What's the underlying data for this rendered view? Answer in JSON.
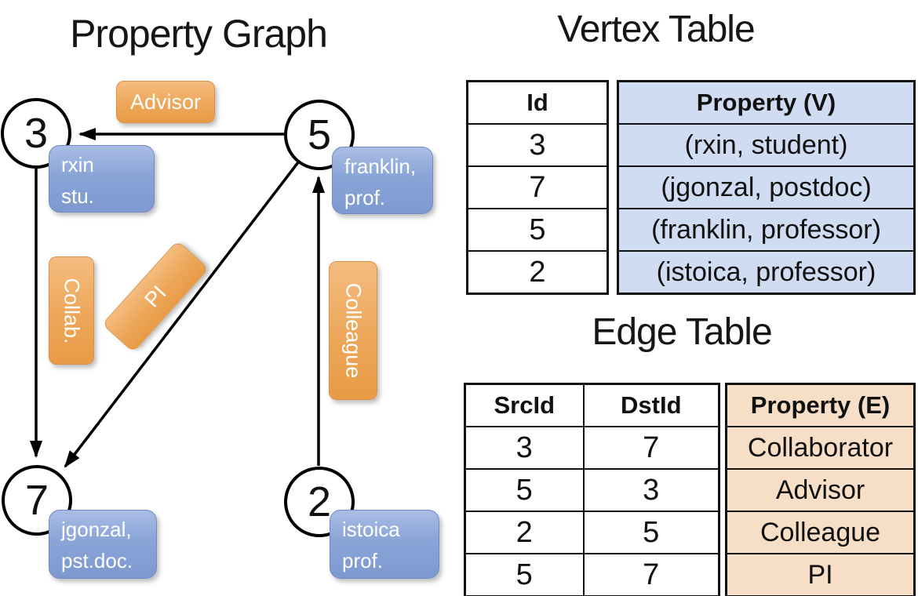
{
  "titles": {
    "graph": "Property Graph",
    "vertex_table": "Vertex Table",
    "edge_table": "Edge Table"
  },
  "graph": {
    "nodes": [
      {
        "id": "3"
      },
      {
        "id": "5"
      },
      {
        "id": "7"
      },
      {
        "id": "2"
      }
    ],
    "vertex_labels": {
      "rxin": {
        "line1": "rxin",
        "line2": "stu."
      },
      "franklin": {
        "line1": "franklin,",
        "line2": "prof."
      },
      "jgonzal": {
        "line1": "jgonzal,",
        "line2": "pst.doc."
      },
      "istoica": {
        "line1": "istoica",
        "line2": "prof."
      }
    },
    "edge_labels": {
      "advisor": "Advisor",
      "collab": "Collab.",
      "pi": "PI",
      "colleague": "Colleague"
    }
  },
  "vertex_table": {
    "headers": {
      "id": "Id",
      "property": "Property (V)"
    },
    "rows": [
      {
        "id": "3",
        "property": "(rxin, student)"
      },
      {
        "id": "7",
        "property": "(jgonzal, postdoc)"
      },
      {
        "id": "5",
        "property": "(franklin, professor)"
      },
      {
        "id": "2",
        "property": "(istoica, professor)"
      }
    ]
  },
  "edge_table": {
    "headers": {
      "src": "SrcId",
      "dst": "DstId",
      "property": "Property (E)"
    },
    "rows": [
      {
        "src": "3",
        "dst": "7",
        "property": "Collaborator"
      },
      {
        "src": "5",
        "dst": "3",
        "property": "Advisor"
      },
      {
        "src": "2",
        "dst": "5",
        "property": "Colleague"
      },
      {
        "src": "5",
        "dst": "7",
        "property": "PI"
      }
    ]
  },
  "colors": {
    "edge_label_orange_top": "#f4bc7f",
    "edge_label_orange_bottom": "#e89b45",
    "vertex_label_blue_top": "#a9bde5",
    "vertex_label_blue_bottom": "#7d99cf",
    "vertex_table_cell_blue": "#d0dcf1",
    "edge_table_cell_tan": "#f6dfc6",
    "line_black": "#000000"
  }
}
